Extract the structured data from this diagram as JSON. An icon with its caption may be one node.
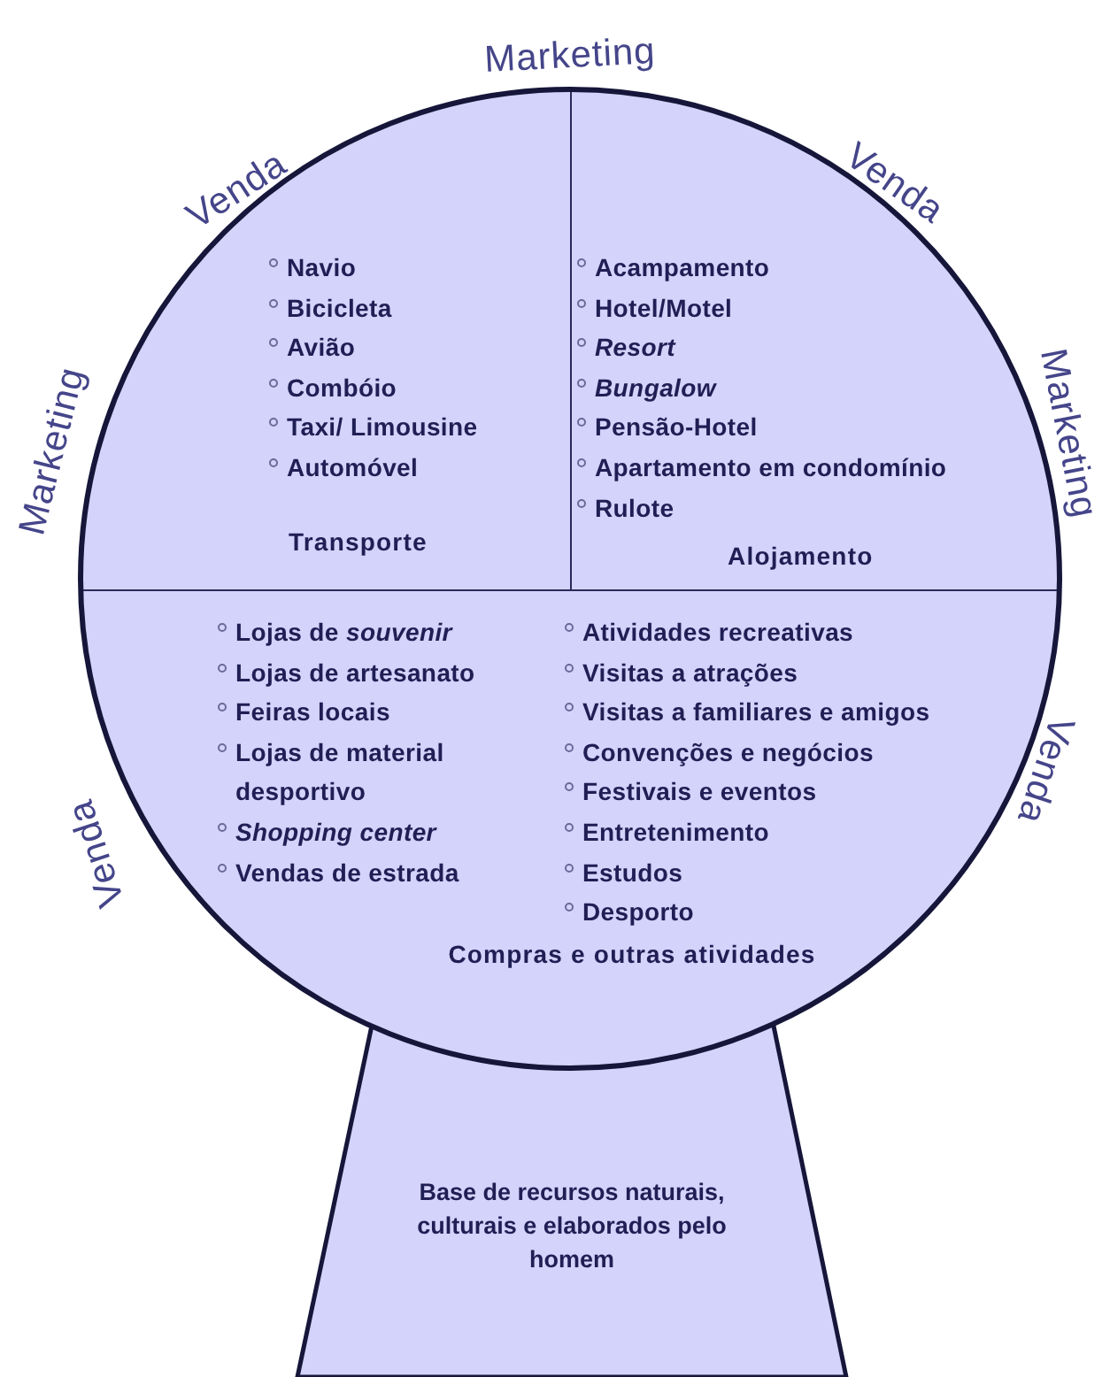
{
  "diagram": {
    "nodes": [
      {
        "text": [],
        "shape": "circle"
      },
      {
        "text": [
          "Navio",
          "Bicicleta",
          "Avião",
          "Combóio",
          "Taxi/ Limousine",
          "Automóvel",
          "Transporte"
        ],
        "in": 0
      },
      {
        "text": [
          "Acampamento",
          "Hotel/Motel",
          "*Resort*",
          "*Bungalow*",
          "Pensão-Hotel",
          "Apartamento em condomínio",
          "Rulote",
          "Alojamento"
        ],
        "in": 0
      },
      {
        "text": [
          "Lojas de *souvenir*",
          "Lojas de artesanato",
          "Feiras locais",
          "Lojas de material desportivo",
          "*Shopping center*",
          "Vendas de estrada",
          "Atividades recreativas",
          "Visitas a atrações",
          "Visitas a familiares e amigos",
          "Convenções e negócios",
          "Festivais e eventos",
          "Entretenimento",
          "Estudos",
          "Desporto",
          "Compras e outras atividades"
        ],
        "in": 0
      },
      {
        "text": [
          "Base de recursos naturais, culturais e elaborados pelo homem"
        ]
      }
    ],
    "labels": [
      "Marketing",
      "Venda",
      "Venda",
      "Marketing",
      "Marketing",
      "Venda",
      "Venda"
    ]
  }
}
